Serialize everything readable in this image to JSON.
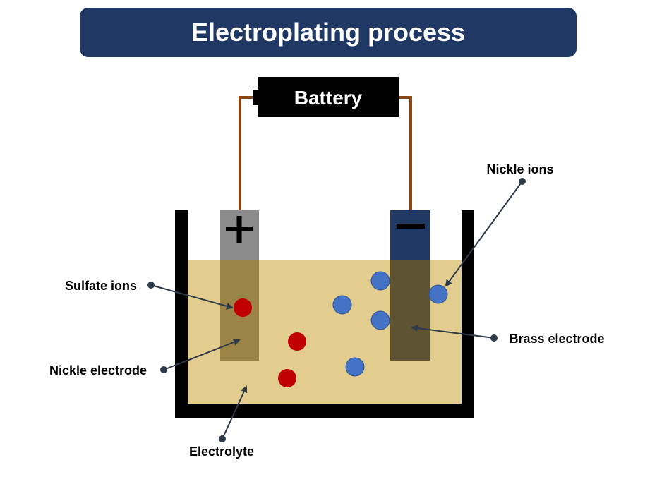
{
  "title": "Electroplating process",
  "battery": {
    "label": "Battery"
  },
  "electrodes": {
    "anode_sign": "+",
    "cathode_sign": "−"
  },
  "labels": {
    "nickle_ions": "Nickle ions",
    "sulfate_ions": "Sulfate ions",
    "brass_electrode": "Brass electrode",
    "nickle_electrode": "Nickle electrode",
    "electrolyte": "Electrolyte"
  },
  "colors": {
    "title_bg": "#1f3864",
    "electrolyte": "#e2cd8e",
    "wire": "#8b4513",
    "sulfate_ion": "#c00000",
    "nickle_ion": "#4472c4",
    "anode": "#8c8c8c",
    "cathode": "#1f3864"
  }
}
